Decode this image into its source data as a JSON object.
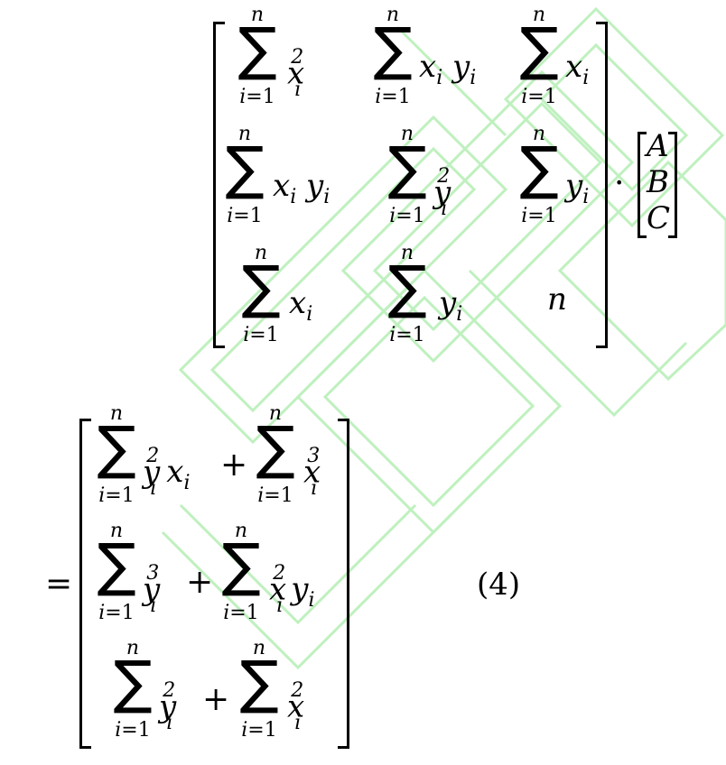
{
  "equation": {
    "number": "(4)",
    "equals": "=",
    "dot": "·",
    "plus": "+",
    "sum_upper": "n",
    "sum_lower": "i=1",
    "vector": [
      "A",
      "B",
      "C"
    ],
    "matrix_center": "n"
  },
  "watermark": {
    "color": "#7ee07e"
  }
}
